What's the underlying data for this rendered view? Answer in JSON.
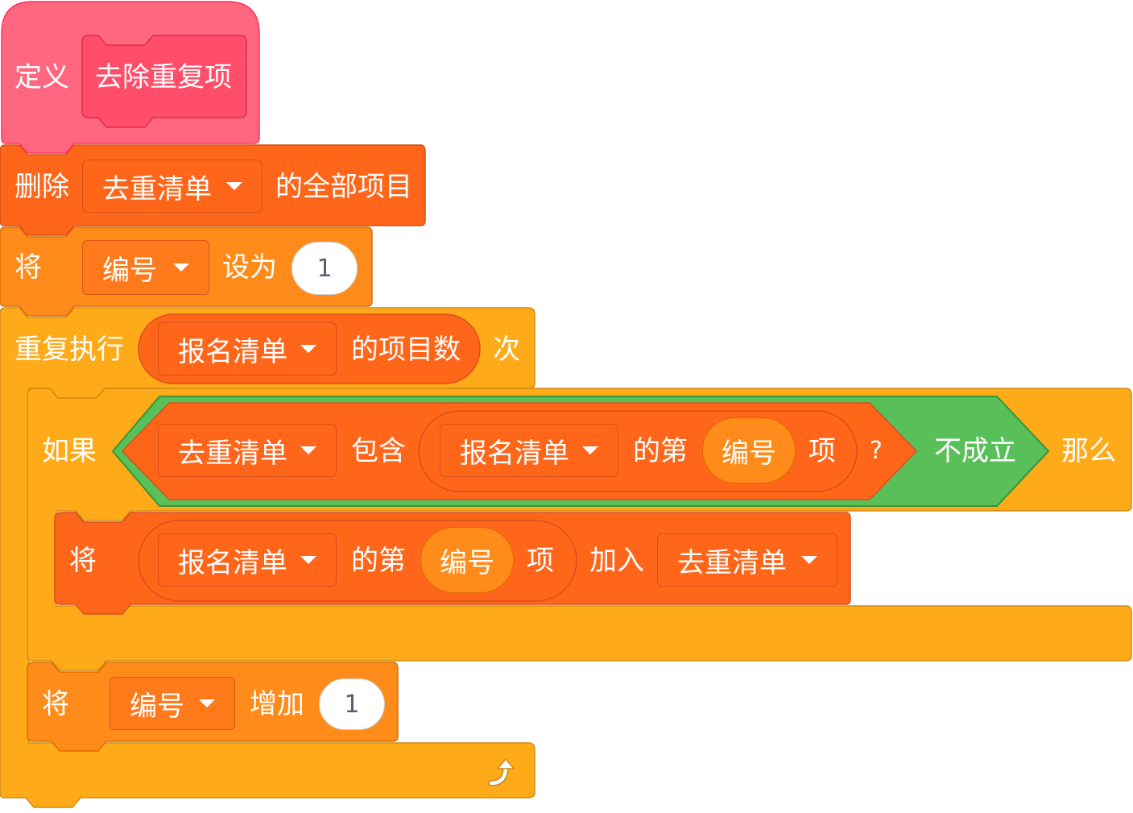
{
  "colors": {
    "define_hat": "#ff6680",
    "define_inner": "#ff4d6a",
    "list_block": "#ff661a",
    "variable_block": "#ff8c1a",
    "control_block": "#ffab19",
    "operator_block": "#59c059",
    "reporter_input": "#ffffff"
  },
  "define_block": {
    "keyword": "定义",
    "name": "去除重复项"
  },
  "delete_all_block": {
    "prefix": "删除",
    "list": "去重清单",
    "suffix": "的全部项目"
  },
  "set_block": {
    "prefix": "将",
    "variable": "编号",
    "verb": "设为",
    "value": "1"
  },
  "repeat_block": {
    "label": "重复执行",
    "list": "报名清单",
    "length_label": "的项目数",
    "suffix": "次"
  },
  "if_block": {
    "label": "如果",
    "contains_list": "去重清单",
    "contains_label": "包含",
    "item_list": "报名清单",
    "item_of": "的第",
    "item_index": "编号",
    "item_suffix": "项",
    "question": "?",
    "not_label": "不成立",
    "then_label": "那么"
  },
  "add_block": {
    "prefix": "将",
    "item_list": "报名清单",
    "item_of": "的第",
    "item_index": "编号",
    "item_suffix": "项",
    "verb": "加入",
    "target_list": "去重清单"
  },
  "change_block": {
    "prefix": "将",
    "variable": "编号",
    "verb": "增加",
    "value": "1"
  },
  "loop_icon": "loop-arrow-icon"
}
